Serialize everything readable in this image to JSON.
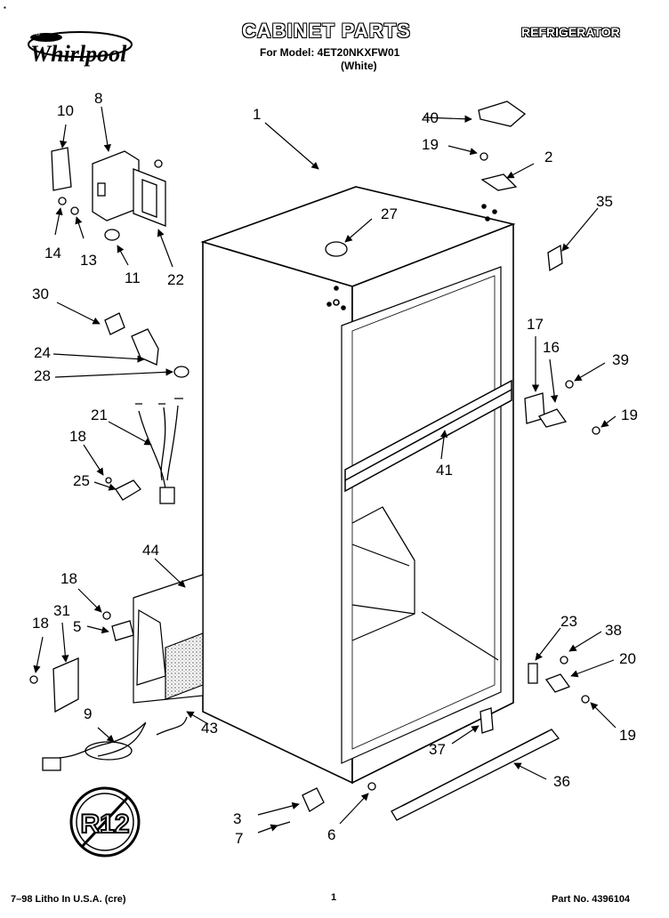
{
  "header": {
    "brand": "Whirlpool",
    "brand_mark": "® ",
    "title": "CABINET PARTS",
    "model_line": "For Model: 4ET20NKXFW01",
    "color_line": "(White)",
    "category": "REFRIGERATOR",
    "corner_mark": "▪"
  },
  "callouts": [
    {
      "n": "1"
    },
    {
      "n": "2"
    },
    {
      "n": "3"
    },
    {
      "n": "5"
    },
    {
      "n": "6"
    },
    {
      "n": "7"
    },
    {
      "n": "8"
    },
    {
      "n": "9"
    },
    {
      "n": "10"
    },
    {
      "n": "11"
    },
    {
      "n": "13"
    },
    {
      "n": "14"
    },
    {
      "n": "16"
    },
    {
      "n": "17"
    },
    {
      "n": "18"
    },
    {
      "n": "18"
    },
    {
      "n": "18"
    },
    {
      "n": "19"
    },
    {
      "n": "19"
    },
    {
      "n": "19"
    },
    {
      "n": "20"
    },
    {
      "n": "21"
    },
    {
      "n": "22"
    },
    {
      "n": "23"
    },
    {
      "n": "24"
    },
    {
      "n": "25"
    },
    {
      "n": "27"
    },
    {
      "n": "28"
    },
    {
      "n": "30"
    },
    {
      "n": "31"
    },
    {
      "n": "35"
    },
    {
      "n": "36"
    },
    {
      "n": "37"
    },
    {
      "n": "38"
    },
    {
      "n": "39"
    },
    {
      "n": "40"
    },
    {
      "n": "41"
    },
    {
      "n": "43"
    },
    {
      "n": "44"
    }
  ],
  "badge": {
    "text": "R12"
  },
  "footer": {
    "litho": "7–98 Litho In U.S.A. (cre)",
    "page": "1",
    "part_no": "Part No. 4396104"
  }
}
